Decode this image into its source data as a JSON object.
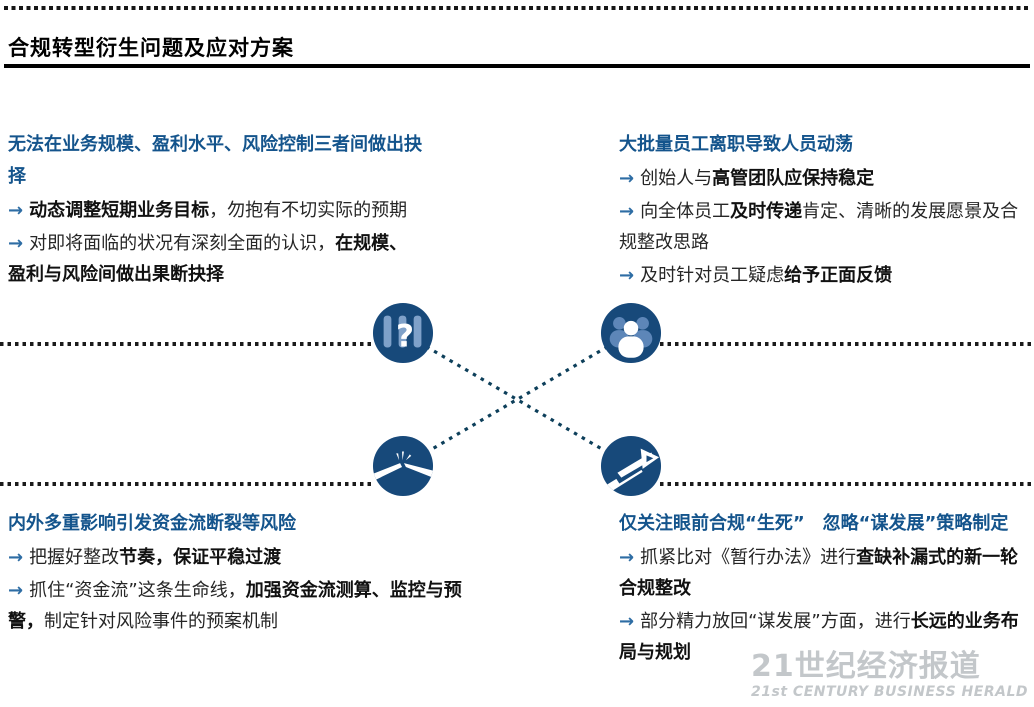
{
  "header": {
    "title": "合规转型衍生问题及应对方案"
  },
  "bullet_glyph": "→",
  "colors": {
    "heading_blue": "#14548c",
    "arrow_blue": "#2e6da4",
    "icon_navy": "#17497a",
    "icon_light_blue": "#7fa1c9",
    "icon_mid_blue": "#5d86b8",
    "dotted_diagonal": "#0d3f5a",
    "dotted_horizontal": "#1b1b1b"
  },
  "quadrants": [
    {
      "position": "top-left",
      "icon": "choice-question-icon",
      "heading": "无法在业务规模、盈利水平、风险控制三者间做出抉择",
      "bullets": [
        {
          "segments": [
            {
              "t": "动态调整短期业务目标",
              "bold": true
            },
            {
              "t": "，勿抱有不切实际的预期",
              "bold": false
            }
          ]
        },
        {
          "segments": [
            {
              "t": "对即将面临的状况有深刻全面的认识，",
              "bold": false
            },
            {
              "t": "在规模、盈利与风险间做出果断抉择",
              "bold": true
            }
          ]
        }
      ]
    },
    {
      "position": "top-right",
      "icon": "team-people-icon",
      "heading": "大批量员工离职导致人员动荡",
      "bullets": [
        {
          "segments": [
            {
              "t": "创始人与",
              "bold": false
            },
            {
              "t": "高管团队应保持稳定",
              "bold": true
            }
          ]
        },
        {
          "segments": [
            {
              "t": "向全体员工",
              "bold": false
            },
            {
              "t": "及时传递",
              "bold": true
            },
            {
              "t": "肯定、清晰的发展愿景及合规整改思路",
              "bold": false
            }
          ]
        },
        {
          "segments": [
            {
              "t": "及时针对员工疑虑",
              "bold": false
            },
            {
              "t": "给予正面反馈",
              "bold": true
            }
          ]
        }
      ]
    },
    {
      "position": "bottom-left",
      "icon": "broken-flow-icon",
      "heading": "内外多重影响引发资金流断裂等风险",
      "bullets": [
        {
          "segments": [
            {
              "t": "把握好整改",
              "bold": false
            },
            {
              "t": "节奏，保证平稳过渡",
              "bold": true
            }
          ]
        },
        {
          "segments": [
            {
              "t": "抓住“资金流”这条生命线，",
              "bold": false
            },
            {
              "t": "加强资金流测算、监控与预警，",
              "bold": true
            },
            {
              "t": "制定针对风险事件的预案机制",
              "bold": false
            }
          ]
        }
      ]
    },
    {
      "position": "bottom-right",
      "icon": "growth-arrow-icon",
      "heading": "仅关注眼前合规“生死”　忽略“谋发展”策略制定",
      "bullets": [
        {
          "segments": [
            {
              "t": "抓紧比对《暂行办法》进行",
              "bold": false
            },
            {
              "t": "查缺补漏式的新一轮合规整改",
              "bold": true
            }
          ]
        },
        {
          "segments": [
            {
              "t": "部分精力放回“谋发展”方面，进行",
              "bold": false
            },
            {
              "t": "长远的业务布局与规划",
              "bold": true
            }
          ]
        }
      ]
    }
  ],
  "watermark": {
    "cn": "21世纪经济报道",
    "en": "21st CENTURY BUSINESS HERALD"
  }
}
